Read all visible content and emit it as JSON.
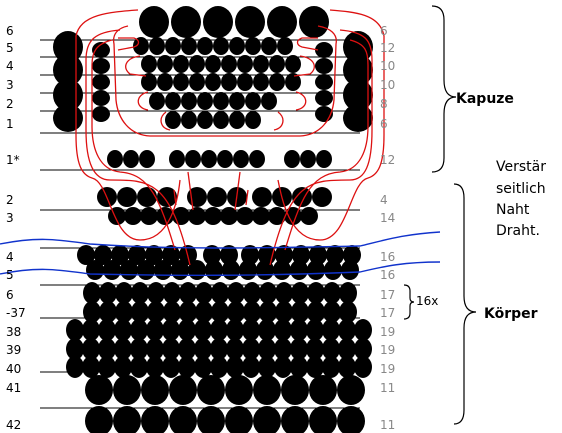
{
  "colors": {
    "beads": "#000000",
    "counts": "#888888",
    "thread_hood": "#dd1111",
    "wire": "#1133cc"
  },
  "hood": {
    "label": "Kapuze",
    "rows": [
      {
        "row": "6",
        "count": "6"
      },
      {
        "row": "5",
        "count": "12"
      },
      {
        "row": "4",
        "count": "10"
      },
      {
        "row": "3",
        "count": "10"
      },
      {
        "row": "2",
        "count": "8"
      },
      {
        "row": "1",
        "count": "6"
      },
      {
        "row": "1*",
        "count": "12"
      }
    ]
  },
  "body": {
    "label": "Körper",
    "rows": [
      {
        "row": "2",
        "count": "4"
      },
      {
        "row": "3",
        "count": "14"
      },
      {
        "row": "4",
        "count": "16"
      },
      {
        "row": "5",
        "count": "16"
      },
      {
        "row": "6",
        "count": "17"
      },
      {
        "row": "-37",
        "count": "17"
      },
      {
        "row": "38",
        "count": "19"
      },
      {
        "row": "39",
        "count": "19"
      },
      {
        "row": "40",
        "count": "19"
      },
      {
        "row": "41",
        "count": "11"
      },
      {
        "row": "42",
        "count": "11"
      }
    ],
    "repeat": "16x"
  },
  "note": [
    "Verstär",
    "seitlich",
    "Naht",
    "Draht."
  ]
}
